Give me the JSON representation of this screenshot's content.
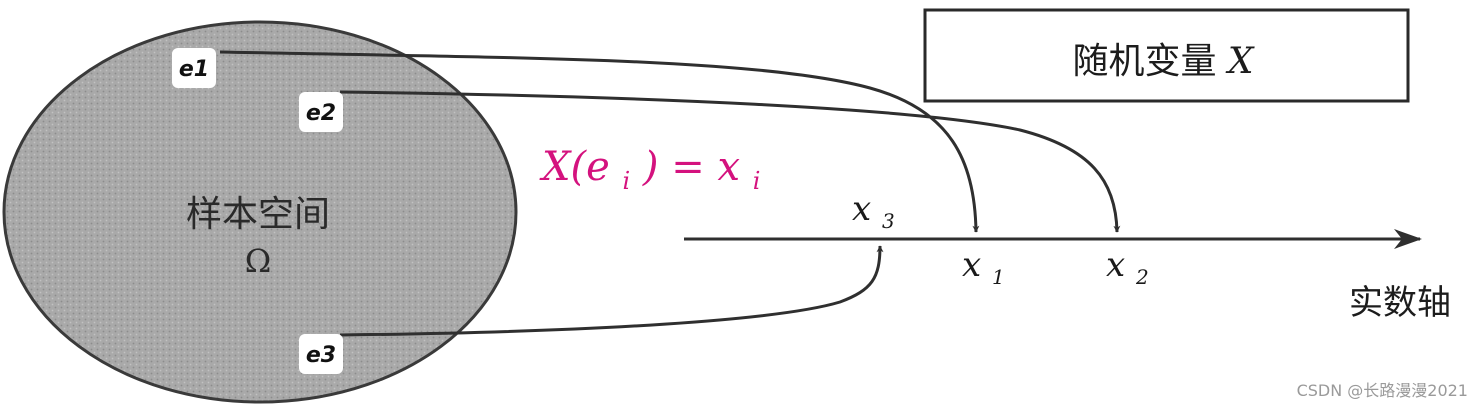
{
  "title": {
    "label": "随机变量",
    "variable": "X"
  },
  "sample_space": {
    "label": "样本空间",
    "symbol": "Ω"
  },
  "axis": {
    "label": "实数轴"
  },
  "formula": {
    "lhs": "X(e",
    "lhs_sub": "i",
    "middle": ") = x",
    "rhs_sub": "i"
  },
  "elements": {
    "e1": "e1",
    "e2": "e2",
    "e3": "e3"
  },
  "points": {
    "x1": {
      "base": "x",
      "sub": "1"
    },
    "x2": {
      "base": "x",
      "sub": "2"
    },
    "x3": {
      "base": "x",
      "sub": "3"
    }
  },
  "colors": {
    "ellipse_fill": "#a8a8a8",
    "ellipse_stroke": "#3a3a3a",
    "line": "#2f2f2f",
    "formula": "#d4127e"
  },
  "watermark": "CSDN @长路漫漫2021"
}
